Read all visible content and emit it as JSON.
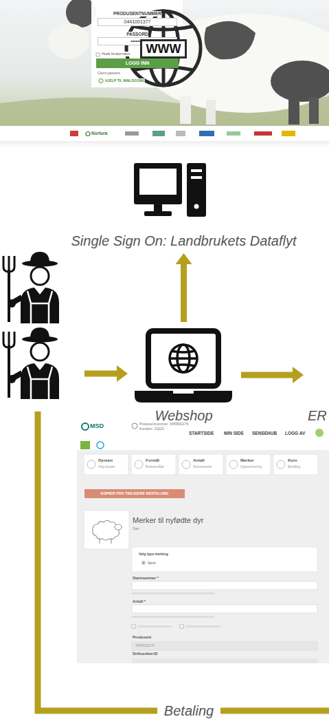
{
  "diagram": {
    "nodes": [
      {
        "text": [
          "Single Sign On: Landbrukets Dataflyt"
        ]
      },
      {
        "text": [
          "Webshop"
        ]
      },
      {
        "text": [
          "ER"
        ]
      }
    ],
    "edges": [
      {
        "from": 1,
        "to": 0,
        "arrow": "to"
      },
      {
        "from": 1,
        "to": 2,
        "arrow": "to"
      }
    ],
    "labels": [
      "PRODUSENTNUMMER",
      "0441001377",
      "PASSORD",
      "••••••••",
      "Husk brukernavn",
      "LOGG INN",
      "Glemt passord",
      "HJELP TIL INNLOGGING",
      "Nortura",
      "WWW",
      "MSD",
      "Produsentnummer: 3459931176",
      "Kundenr: 23223",
      "STARTSIDE",
      "MIN SIDE",
      "SENSEHUB",
      "LOGG AV",
      "Dyreart",
      "Velg dyreart",
      "Formål",
      "Bruksområde",
      "Antall",
      "Nummerserie",
      "Merker",
      "Oppsummering",
      "Kurv",
      "Bestilling",
      "KOPIER FRA TIDLIGERE BESTILLING",
      "Merker til nyfødte dyr",
      "Sau",
      "Velg type merking",
      "Serie",
      "Startnummer *",
      "Antall *",
      "Produsent",
      "3459931176",
      "Driftsenhet-ID",
      "Betaling"
    ]
  }
}
